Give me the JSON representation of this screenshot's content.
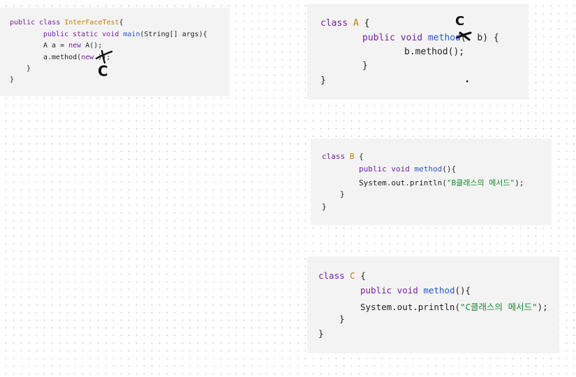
{
  "snippet_main": {
    "l1": {
      "kw": "public class ",
      "name": "InterFaceTest",
      "rest": "{"
    },
    "l2": {
      "kw": "public static void ",
      "fn": "main",
      "rest": "(String[] args){"
    },
    "l3": {
      "pre": "A a = ",
      "kw": "new",
      "rest": " A();"
    },
    "l4": {
      "pre": "a.method(",
      "kw": "new",
      "rest": " ));"
    },
    "l5": "}",
    "l6": "}",
    "handwritten": "C"
  },
  "snippet_a": {
    "l1": {
      "kw": "class ",
      "name": "A",
      "rest": " {"
    },
    "l2": {
      "kw": "public void ",
      "fn": "method",
      "rest": "(  b) {"
    },
    "l3": "b.method();",
    "l4": "}",
    "l5": "}",
    "handwritten": "C",
    "dot": "."
  },
  "snippet_b": {
    "l1": {
      "kw": "class ",
      "name": "B",
      "rest": " {"
    },
    "l2": {
      "kw": "public void ",
      "fn": "method",
      "rest": "(){"
    },
    "l3": {
      "pre": "System.out.println(",
      "str": "\"B클래스의 메서드\"",
      "rest": ");"
    },
    "l4": "}",
    "l5": "}"
  },
  "snippet_c": {
    "l1": {
      "kw": "class ",
      "name": "C",
      "rest": " {"
    },
    "l2": {
      "kw": "public void ",
      "fn": "method",
      "rest": "(){"
    },
    "l3": {
      "pre": "System.out.println(",
      "str": "\"C클래스의 메서드\"",
      "rest": ");"
    },
    "l4": "}",
    "l5": "}"
  }
}
